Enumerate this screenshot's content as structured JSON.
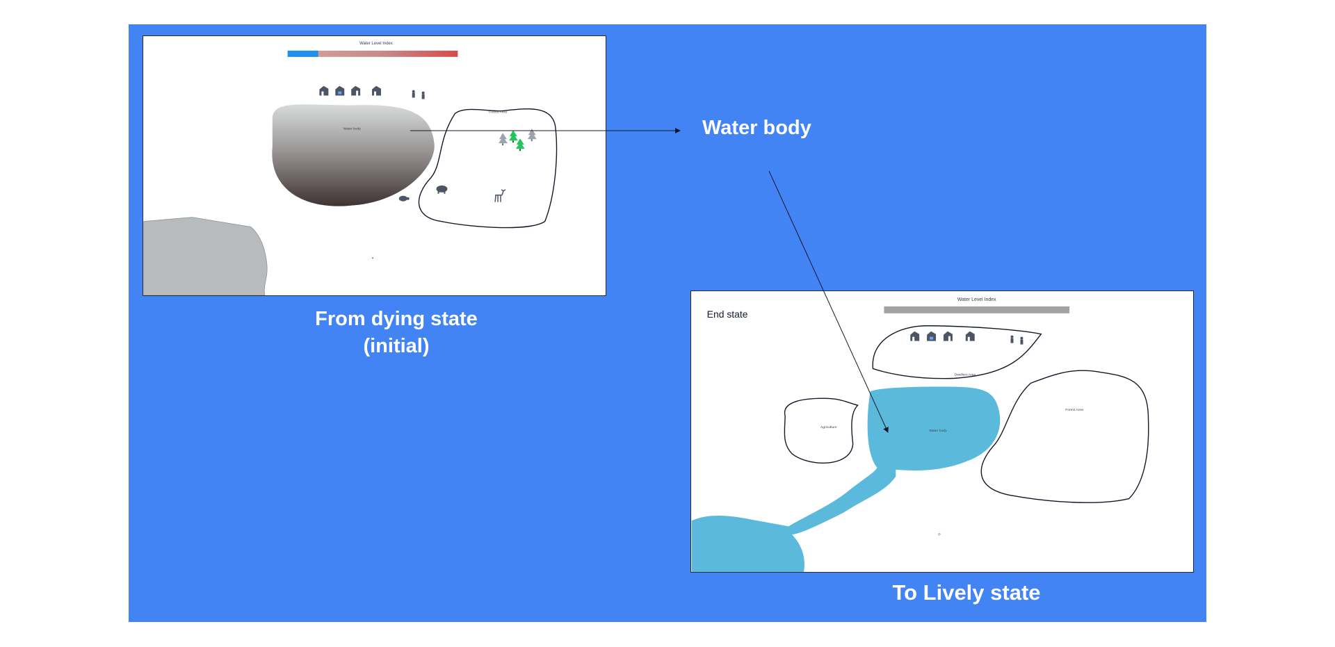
{
  "captions": {
    "initial_line1": "From dying state",
    "initial_line2": "(initial)",
    "end": "To Lively state",
    "callout": "Water body"
  },
  "initial_frame": {
    "index_title": "Water Level Index",
    "water_body": "Water body",
    "forest_area": "Forest Area",
    "water_level_fraction": 0.18
  },
  "end_frame": {
    "state_label": "End state",
    "index_title": "Water Level Index",
    "water_body": "Water body",
    "forest_area": "Forest Area",
    "settlement_area": "Dwellers Area",
    "agriculture": "Agriculture",
    "misc_letter": "P"
  },
  "colors": {
    "board": "#4384f4",
    "water_lively": "#5bbadb",
    "water_index_blue": "#1e90f0",
    "water_index_red": "#d94a4a",
    "tree_green": "#22c55e",
    "tree_grey": "#9ca3af",
    "rock_grey": "#b8bbbd",
    "icon_dark": "#4b5563"
  },
  "icons": [
    "house-icon",
    "person-icon",
    "tree-icon",
    "pig-icon",
    "deer-icon",
    "turtle-icon"
  ]
}
